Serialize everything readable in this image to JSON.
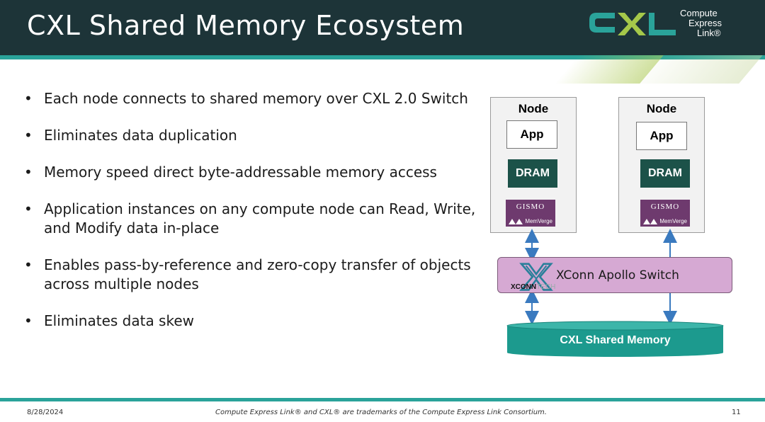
{
  "slide": {
    "title": "CXL Shared Memory Ecosystem",
    "logo": {
      "mark": "CXL",
      "line1": "Compute",
      "line2": "Express",
      "line3": "Link®"
    }
  },
  "bullets": [
    "Each node connects to shared memory over CXL 2.0 Switch",
    "Eliminates data duplication",
    "Memory speed direct byte-addressable memory access",
    "Application instances on any compute node can Read, Write, and Modify data in-place",
    "Enables pass-by-reference and zero-copy transfer of objects across multiple nodes",
    "Eliminates data skew"
  ],
  "diagram": {
    "nodes": [
      {
        "title": "Node",
        "app": "App",
        "dram": "DRAM",
        "gismo": "GISMO",
        "vendor": "MemVerge"
      },
      {
        "title": "Node",
        "app": "App",
        "dram": "DRAM",
        "gismo": "GISMO",
        "vendor": "MemVerge"
      }
    ],
    "switch": {
      "label": "XConn Apollo Switch",
      "logo_bold": "XCONN",
      "logo_light": "TECH"
    },
    "memory": {
      "label": "CXL Shared Memory"
    }
  },
  "colors": {
    "header_bg": "#1d3438",
    "accent": "#2aa39a",
    "dram": "#1c5249",
    "gismo": "#6e3a6e",
    "switch": "#d6a9d3",
    "memory": "#1c9a8e",
    "arrow": "#3a7abf"
  },
  "footer": {
    "date": "8/28/2024",
    "note": "Compute Express Link® and CXL® are trademarks of the Compute Express Link Consortium.",
    "page": "11"
  }
}
